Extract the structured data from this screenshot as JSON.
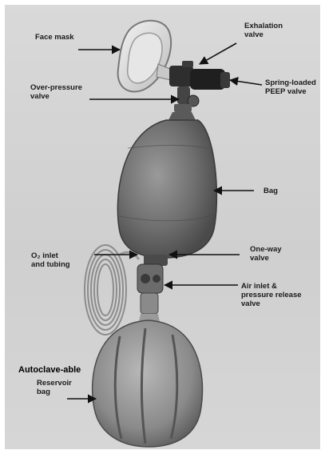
{
  "labels": {
    "face_mask": "Face mask",
    "exhalation_valve": "Exhalation\nvalve",
    "over_pressure_valve": "Over-pressure\nvalve",
    "peep_valve": "Spring-loaded\nPEEP valve",
    "bag": "Bag",
    "o2_inlet": "O₂ inlet\nand tubing",
    "one_way_valve": "One-way\nvalve",
    "air_inlet": "Air inlet &\npressure release\nvalve",
    "autoclavable": "Autoclave-able",
    "reservoir_bag": "Reservoir\nbag"
  }
}
